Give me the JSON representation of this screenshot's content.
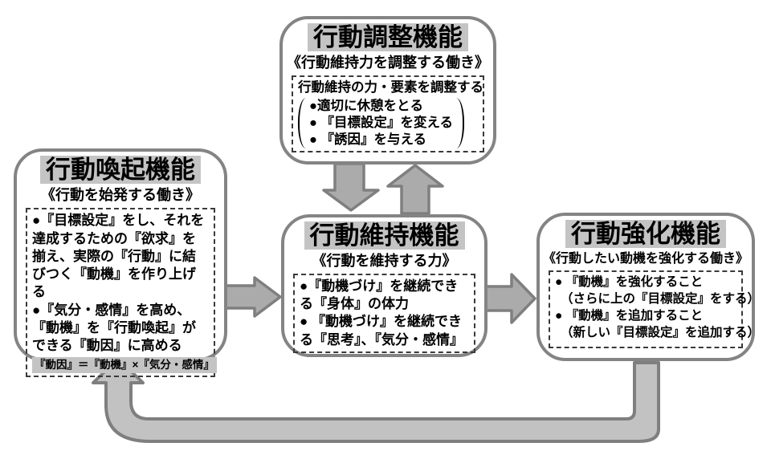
{
  "boxes": {
    "adjust": {
      "title": "行動調整機能",
      "subtitle": "《行動維持力を調整する働き》",
      "heading": "行動維持の力・要素を調整する",
      "bullets": [
        "●適切に休憩をとる",
        "● 『目標設定』を変える",
        "● 『誘因』を与える"
      ]
    },
    "arouse": {
      "title": "行動喚起機能",
      "subtitle": "《行動を始発する働き》",
      "bullets": [
        "●『目標設定』をし、それを達成するための『欲求』を揃え、実際の『行動』に結びつく『動機』を作り上げる",
        "●『気分・感情』を高め、『動機』を『行動喚起』ができる『動因』に高める"
      ],
      "formula": "『動因』＝『動機』×『気分・感情』"
    },
    "maintain": {
      "title": "行動維持機能",
      "subtitle": "《行動を維持する力》",
      "bullets": [
        "●『動機づけ』を継続できる『身体』の体力",
        "● 『動機づけ』を継続できる『思考』、『気分・感情』"
      ]
    },
    "reinforce": {
      "title": "行動強化機能",
      "subtitle": "《行動したい動機を強化する働き》",
      "lines": [
        "● 『動機』を強化すること",
        "（さらに上の『目標設定』をする）",
        "● 『動機』を追加すること",
        "（新しい『目標設定』を追加する）"
      ]
    }
  },
  "arrows": [
    {
      "name": "adjust-to-maintain",
      "direction": "down"
    },
    {
      "name": "maintain-to-adjust",
      "direction": "up"
    },
    {
      "name": "arouse-to-maintain",
      "direction": "right"
    },
    {
      "name": "maintain-to-reinforce",
      "direction": "right"
    },
    {
      "name": "reinforce-to-arouse-feedback-loop",
      "direction": "loop-left-up"
    }
  ],
  "colors": {
    "box_border": "#848484",
    "arrow_fill": "#ababab",
    "loop_fill": "#c2c2c2",
    "title_highlight": "#c4c4c4",
    "dashed_border": "#3a3a3a"
  }
}
